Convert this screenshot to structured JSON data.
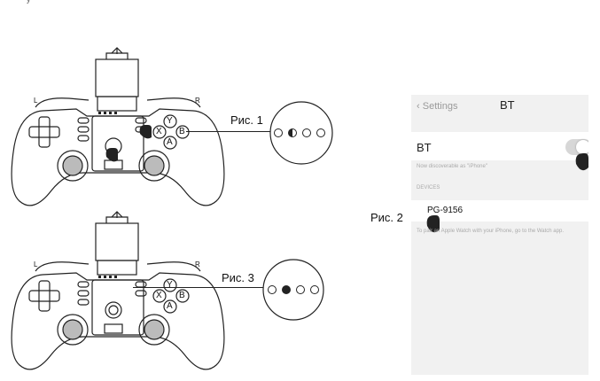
{
  "figures": {
    "fig1_label": "Рис. 1",
    "fig2_label": "Рис. 2",
    "fig3_label": "Рис. 3"
  },
  "gamepad": {
    "button_y": "Y",
    "button_x": "X",
    "button_b": "B",
    "button_a": "A",
    "shoulder_left": "L",
    "shoulder_right": "R"
  },
  "indicators": {
    "fig1_lights": [
      "off",
      "blinking",
      "off",
      "off"
    ],
    "fig3_lights": [
      "off",
      "on",
      "off",
      "off"
    ]
  },
  "phone": {
    "back_label": "Settings",
    "title": "BT",
    "bt_label": "BT",
    "bt_toggle_state": "on",
    "discoverable_note": "Now discoverable as \"iPhone\"",
    "devices_header": "DEVICES",
    "device_name": "PG-9156",
    "pair_note": "To pair an Apple Watch with your iPhone, go to the Watch app."
  },
  "colors": {
    "line": "#222222",
    "phone_bg": "#f1f1f1"
  }
}
